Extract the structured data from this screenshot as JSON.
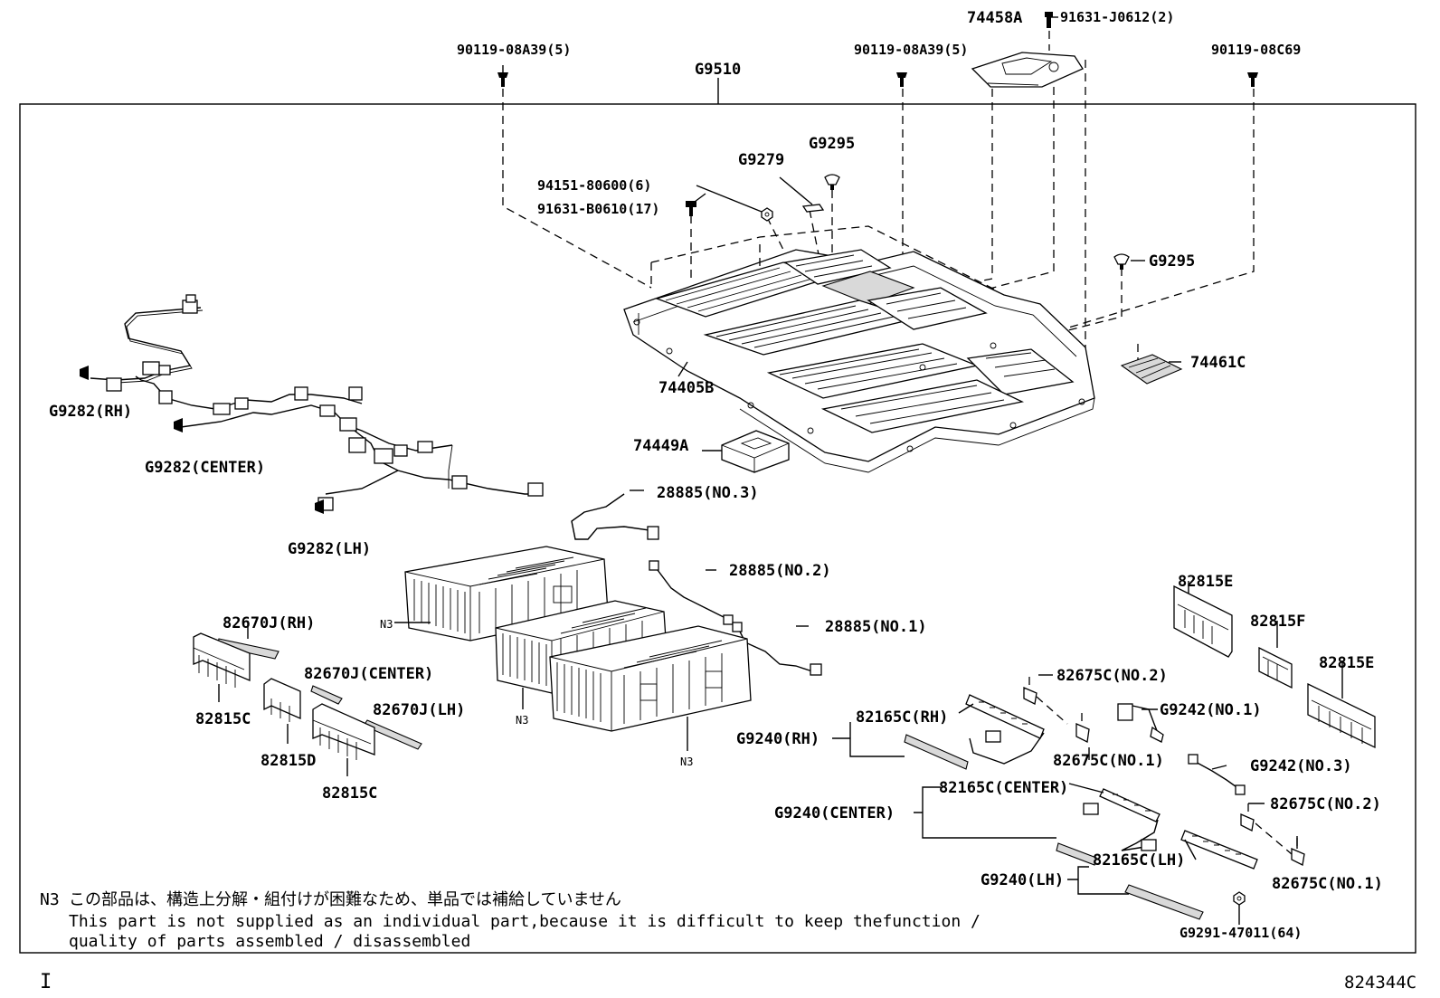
{
  "diagram": {
    "main_assembly_label": "G9510",
    "figure_id": "824344C",
    "page_mark": "I",
    "labels": {
      "bolt_top_left": "90119-08A39(5)",
      "bolt_top_mid": "90119-08A39(5)",
      "bolt_top_right": "90119-08C69",
      "bracket_74458A": "74458A",
      "screw_91631_J0612": "91631-J0612(2)",
      "nut_94151": "94151-80600(6)",
      "bolt_91631_B0610": "91631-B0610(17)",
      "g9279": "G9279",
      "g9295_a": "G9295",
      "g9295_b": "G9295",
      "tray_74405B": "74405B",
      "cover_74461C": "74461C",
      "pad_74449A": "74449A",
      "harness_rh": "G9282(RH)",
      "harness_center": "G9282(CENTER)",
      "harness_lh": "G9282(LH)",
      "cable_no3": "28885(NO.3)",
      "cable_no2": "28885(NO.2)",
      "cable_no1": "28885(NO.1)",
      "n3_a": "N3",
      "n3_b": "N3",
      "n3_c": "N3",
      "plate_82670J_rh": "82670J(RH)",
      "plate_82670J_center": "82670J(CENTER)",
      "plate_82670J_lh": "82670J(LH)",
      "cover_82815C_a": "82815C",
      "cover_82815C_b": "82815C",
      "cover_82815D": "82815D",
      "cover_82815E_a": "82815E",
      "cover_82815E_b": "82815E",
      "cover_82815F": "82815F",
      "term_82675C_no2_a": "82675C(NO.2)",
      "term_82675C_no1_a": "82675C(NO.1)",
      "term_82675C_no2_b": "82675C(NO.2)",
      "term_82675C_no1_b": "82675C(NO.1)",
      "bus_82165C_rh": "82165C(RH)",
      "bus_82165C_center": "82165C(CENTER)",
      "bus_82165C_lh": "82165C(LH)",
      "g9240_rh": "G9240(RH)",
      "g9240_center": "G9240(CENTER)",
      "g9240_lh": "G9240(LH)",
      "g9242_no1": "G9242(NO.1)",
      "g9242_no3": "G9242(NO.3)",
      "nut_g9291": "G9291-47011(64)"
    },
    "note": {
      "marker": "N3",
      "japanese": "この部品は、構造上分解・組付けが困難なため、単品では補給していません",
      "english_line1": "This part is not supplied as an individual part,because it is difficult to keep thefunction /",
      "english_line2": "quality of parts assembled / disassembled"
    }
  }
}
